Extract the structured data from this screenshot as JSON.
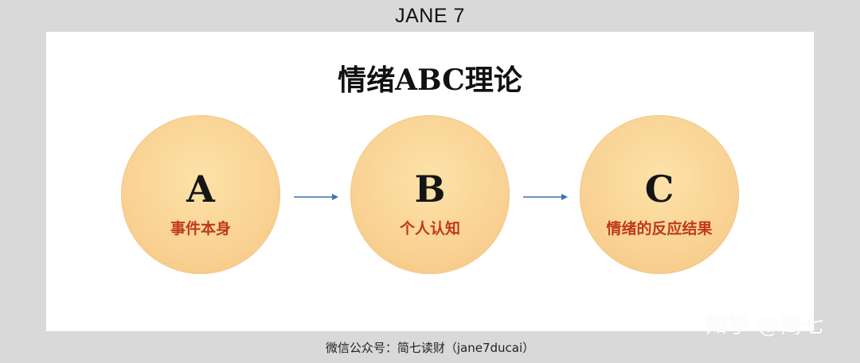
{
  "header": {
    "title": "JANE 7"
  },
  "slide": {
    "title": "情绪ABC理论",
    "nodes": [
      {
        "letter": "A",
        "label": "事件本身"
      },
      {
        "letter": "B",
        "label": "个人认知"
      },
      {
        "letter": "C",
        "label": "情绪的反应结果"
      }
    ]
  },
  "watermark": {
    "text": "知乎 @简七"
  },
  "footer": {
    "text": "微信公众号：简七读财（jane7ducai）"
  },
  "colors": {
    "circle_fill": "#f9d294",
    "label_red": "#c0391b",
    "arrow_blue": "#3f6fb5"
  }
}
